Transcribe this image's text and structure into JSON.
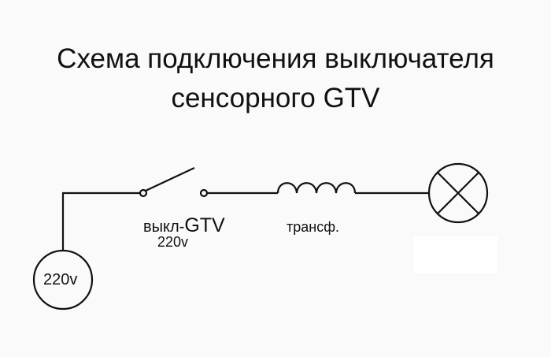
{
  "title": {
    "line1": "Схема подключения выключателя",
    "line2": "сенсорного GTV"
  },
  "labels": {
    "switch_prefix": "выкл-",
    "switch_model": "GTV",
    "switch_voltage": "220v",
    "transformer": "трансф.",
    "source": "220v"
  },
  "colors": {
    "line": "#111111",
    "background": "#fafafa"
  }
}
